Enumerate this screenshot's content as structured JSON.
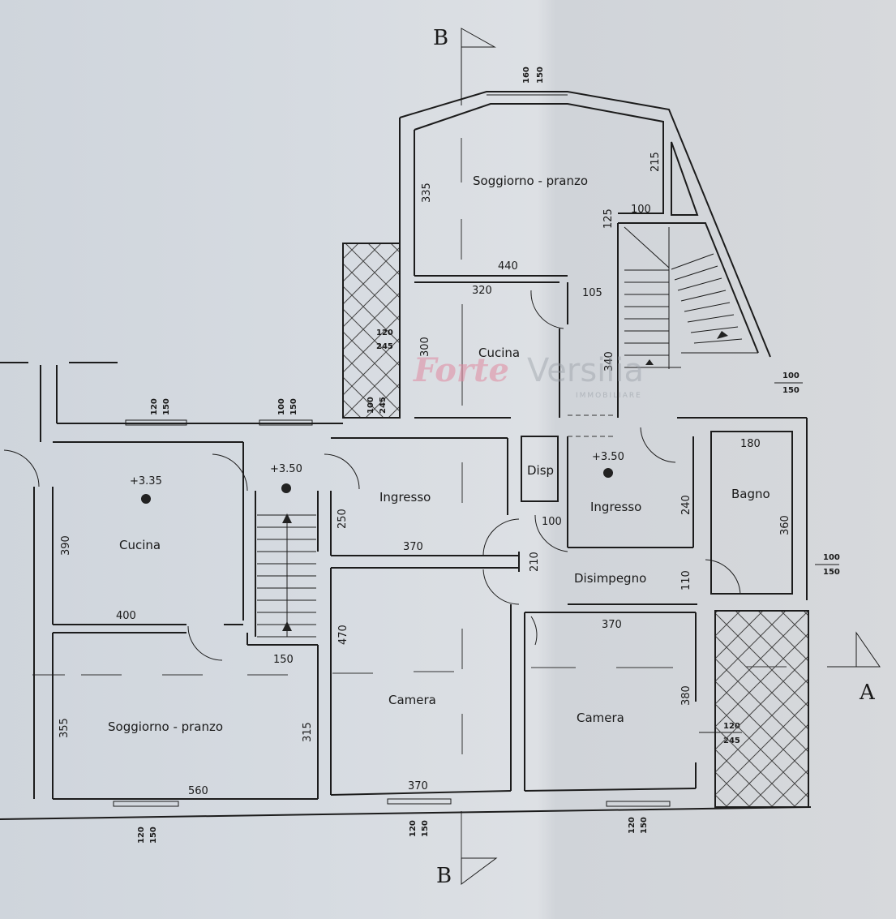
{
  "section_marks": {
    "top": "B",
    "bottom": "B",
    "right": "A"
  },
  "rooms": {
    "soggiorno_top": {
      "label": "Soggiorno - pranzo",
      "dims": [
        "440",
        "335",
        "215"
      ]
    },
    "cucina_center": {
      "label": "Cucina",
      "dims": [
        "320",
        "300"
      ]
    },
    "cucina_left": {
      "label": "Cucina",
      "dims": [
        "400",
        "390"
      ],
      "level": "+3.35"
    },
    "soggiorno_left": {
      "label": "Soggiorno - pranzo",
      "dims": [
        "560",
        "355",
        "315"
      ]
    },
    "stair_left": {
      "level": "+3.50",
      "dims": [
        "150"
      ]
    },
    "ingresso_left": {
      "label": "Ingresso",
      "dims": [
        "370",
        "250"
      ]
    },
    "camera_center": {
      "label": "Camera",
      "dims": [
        "370",
        "470"
      ]
    },
    "disp": {
      "label": "Disp"
    },
    "ingresso_right": {
      "label": "Ingresso",
      "dims": [
        "240"
      ],
      "level": "+3.50"
    },
    "bagno": {
      "label": "Bagno",
      "dims": [
        "180",
        "360"
      ]
    },
    "disimpegno": {
      "label": "Disimpegno",
      "dims": [
        "110"
      ]
    },
    "camera_right": {
      "label": "Camera",
      "dims": [
        "370",
        "380"
      ]
    },
    "stair_right": {
      "dims": [
        "100",
        "125",
        "105",
        "340"
      ]
    },
    "corridor": {
      "dims": [
        "100",
        "210"
      ]
    }
  },
  "openings": {
    "top_window": [
      "160",
      "150"
    ],
    "left_cucina_window": [
      "120",
      "150"
    ],
    "left_stair_window": [
      "100",
      "150"
    ],
    "terrace_top_door": [
      "120",
      "245"
    ],
    "terrace_bottom_door": [
      "100",
      "245"
    ],
    "right_stair_window": [
      "100",
      "150"
    ],
    "bagno_window": [
      "100",
      "150"
    ],
    "camera_right_door": [
      "120",
      "245"
    ],
    "bottom_left_window": [
      "120",
      "150"
    ],
    "bottom_center_window": [
      "120",
      "150"
    ],
    "bottom_right_window": [
      "120",
      "150"
    ]
  },
  "watermark": {
    "part1": "Forte",
    "part2": "Versilia",
    "sub": "IMMOBILIARE"
  }
}
